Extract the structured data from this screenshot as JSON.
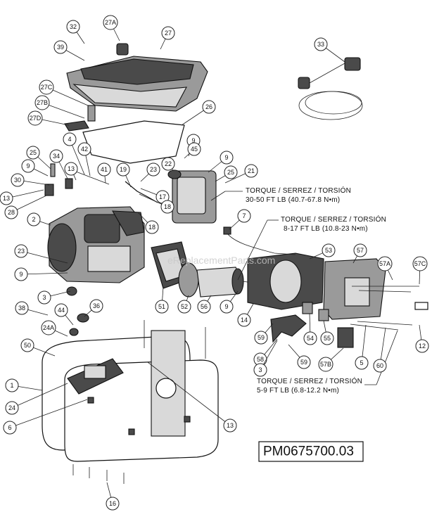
{
  "diagram": {
    "model_number": "PM0675700.03",
    "watermark": "eReplacementParts.com",
    "torque_notes": [
      {
        "id": "upper",
        "line1": "TORQUE / SERREZ / TORSIÓN",
        "line2": "30-50 FT LB (40.7-67.8 N•m)"
      },
      {
        "id": "middle",
        "line1": "TORQUE / SERREZ / TORSIÓN",
        "line2": "8-17 FT LB (10.8-23 N•m)"
      },
      {
        "id": "lower",
        "line1": "TORQUE / SERREZ / TORSIÓN",
        "line2": "5-9 FT LB (6.8-12.2 N•m)"
      }
    ],
    "callouts": [
      "32",
      "27A",
      "27",
      "39",
      "27C",
      "27B",
      "27D",
      "26",
      "4",
      "42",
      "9",
      "45",
      "25",
      "34",
      "9",
      "13",
      "41",
      "19",
      "23",
      "22",
      "9",
      "25",
      "21",
      "30",
      "13",
      "28",
      "17",
      "18",
      "2",
      "18",
      "7",
      "23",
      "9",
      "3",
      "36",
      "38",
      "44",
      "24A",
      "50",
      "1",
      "24",
      "6",
      "13",
      "16",
      "33",
      "53",
      "57",
      "57A",
      "57C",
      "51",
      "52",
      "56",
      "9",
      "14",
      "59",
      "54",
      "55",
      "58",
      "3",
      "59",
      "57B",
      "5",
      "60",
      "12"
    ]
  }
}
